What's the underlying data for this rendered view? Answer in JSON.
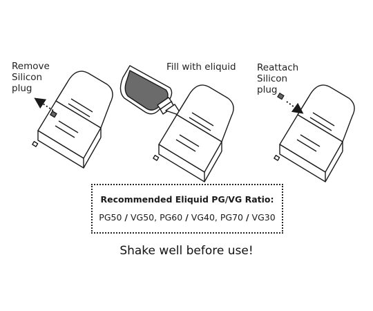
{
  "steps": [
    {
      "label": "Remove\nSilicon\nplug"
    },
    {
      "label": "Fill with eliquid"
    },
    {
      "label": "Reattach\nSilicon\nplug"
    }
  ],
  "ratio_box": {
    "title": "Recommended Eliquid PG/VG Ratio:",
    "separator": "/",
    "values": [
      "PG50",
      "VG50, PG60",
      "VG40, PG70",
      "VG30"
    ]
  },
  "footer": {
    "text": "Shake well before use!"
  },
  "colors": {
    "ink": "#1a1a1a",
    "liquid": "#6b6b6b"
  }
}
